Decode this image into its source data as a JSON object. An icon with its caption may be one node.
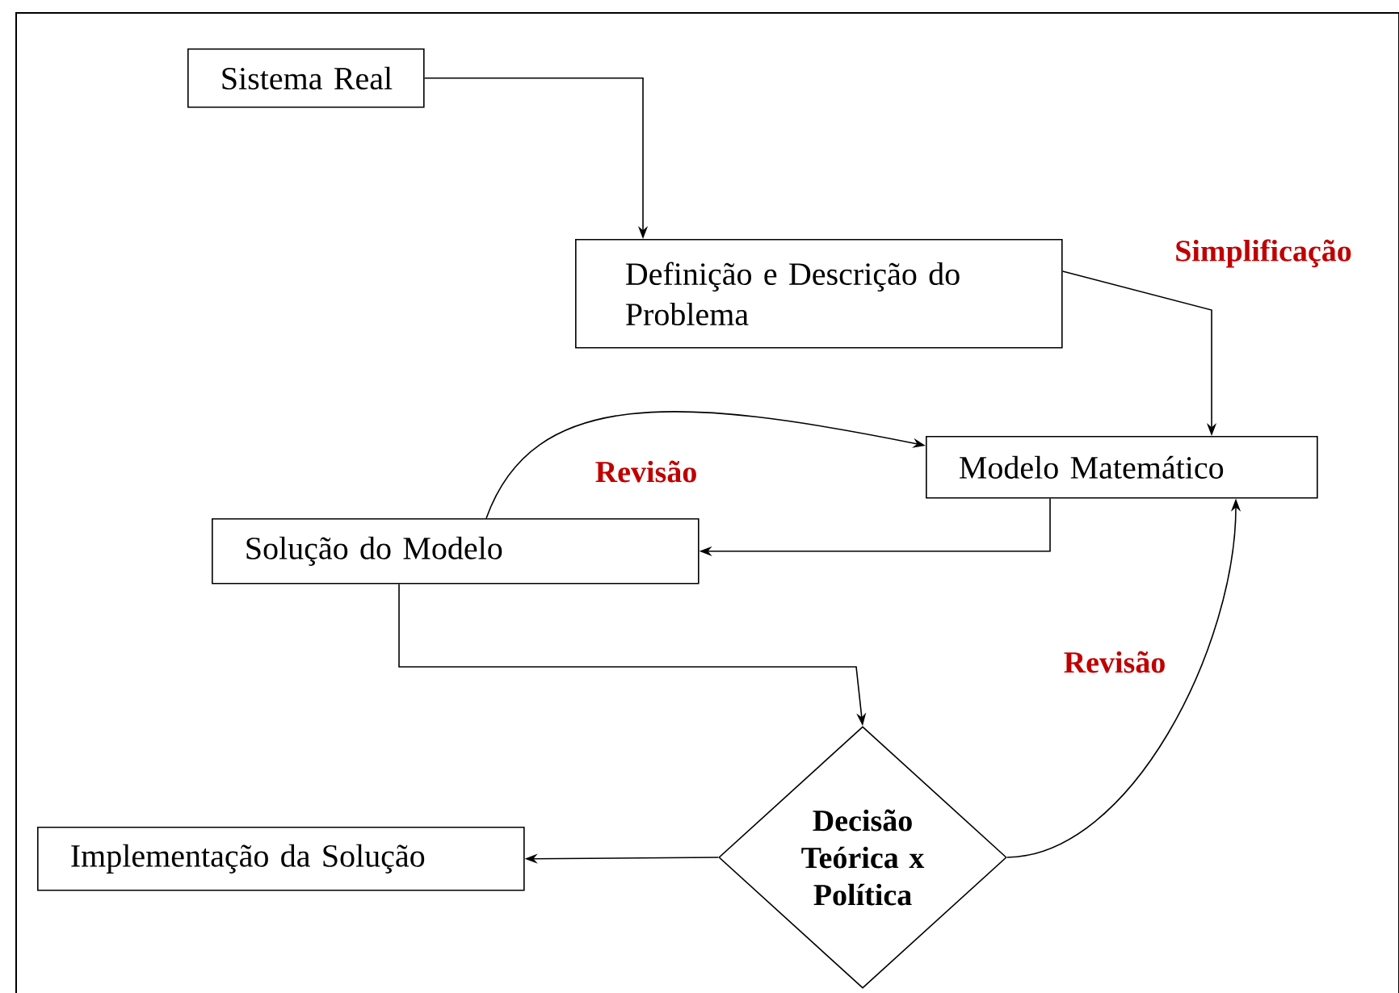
{
  "diagram": {
    "nodes": [
      {
        "text": [
          "Sistema Real"
        ]
      },
      {
        "text": [
          "Definição e Descrição do Problema"
        ]
      },
      {
        "text": [
          "Modelo Matemático"
        ]
      },
      {
        "text": [
          "Solução do Modelo"
        ]
      },
      {
        "text": [
          "Decisão Teórica x Política"
        ]
      },
      {
        "text": [
          "Implementação da Solução"
        ]
      }
    ],
    "edges": [
      {
        "from": 0,
        "to": 1,
        "arrow": "to"
      },
      {
        "from": 1,
        "to": 2,
        "arrow": "to",
        "label": "Simplificação"
      },
      {
        "from": 2,
        "to": 3,
        "arrow": "to"
      },
      {
        "from": 3,
        "to": 2,
        "arrow": "to",
        "label": "Revisão"
      },
      {
        "from": 3,
        "to": 4,
        "arrow": "to"
      },
      {
        "from": 4,
        "to": 5,
        "arrow": "to"
      },
      {
        "from": 4,
        "to": 2,
        "arrow": "to",
        "label": "Revisão"
      }
    ]
  }
}
